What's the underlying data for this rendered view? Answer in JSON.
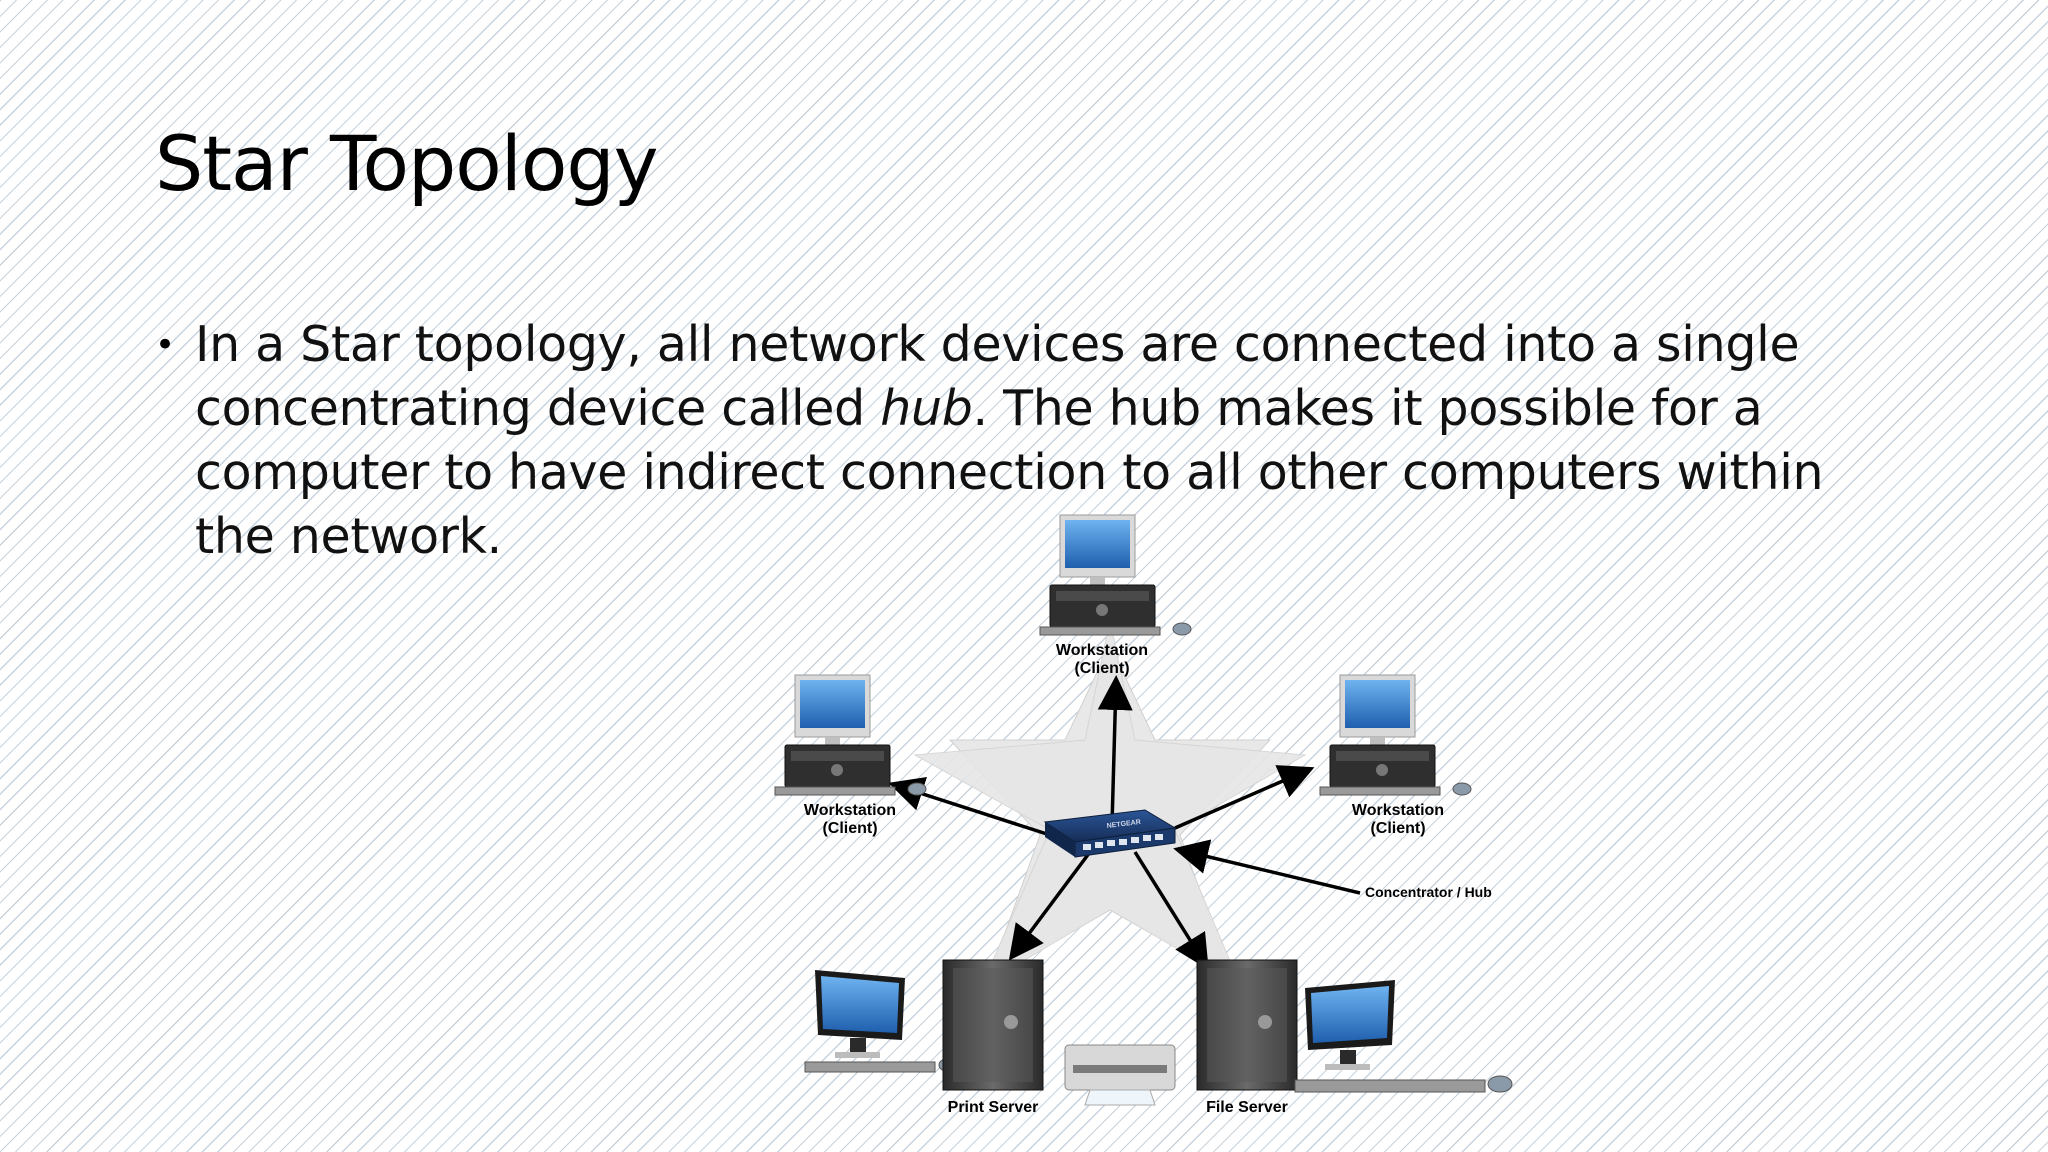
{
  "slide": {
    "title": "Star Topology",
    "bullet": {
      "before": "In a Star topology, all network devices are connected into a single concentrating device called ",
      "emphasis": "hub",
      "after": ". The hub makes it possible for a computer to have indirect connection to all other computers within the network."
    }
  },
  "diagram": {
    "nodes": {
      "top": {
        "line1": "Workstation",
        "line2": "(Client)"
      },
      "left": {
        "line1": "Workstation",
        "line2": "(Client)"
      },
      "right": {
        "line1": "Workstation",
        "line2": "(Client)"
      },
      "print_server": "Print Server",
      "file_server": "File Server"
    },
    "hub_label": "Concentrator / Hub",
    "hub_brand": "NETGEAR"
  },
  "colors": {
    "star_fill": "#e8e8e8",
    "monitor_screen": "#2f7fd0",
    "hub_body": "#1b3a6b"
  }
}
